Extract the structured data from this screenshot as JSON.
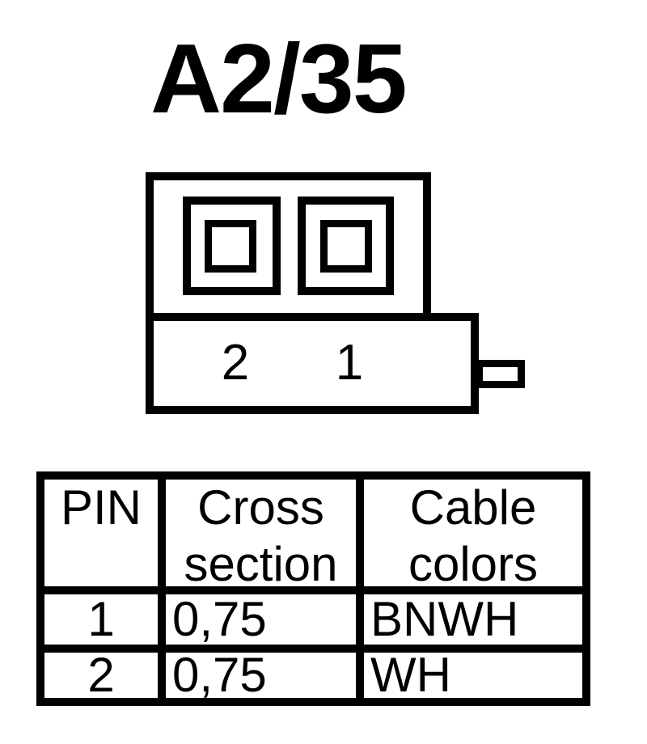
{
  "title": "A2/35",
  "colors": {
    "ink": "#000000",
    "background": "#ffffff"
  },
  "connector": {
    "pin_labels": [
      {
        "label": "2"
      },
      {
        "label": "1"
      }
    ]
  },
  "table": {
    "headers": [
      {
        "line1": "PIN",
        "line2": ""
      },
      {
        "line1": "Cross",
        "line2": "section"
      },
      {
        "line1": "Cable",
        "line2": "colors"
      }
    ],
    "rows": [
      {
        "pin": "1",
        "cross_section": "0,75",
        "cable_colors": "BNWH"
      },
      {
        "pin": "2",
        "cross_section": "0,75",
        "cable_colors": "WH"
      }
    ]
  }
}
